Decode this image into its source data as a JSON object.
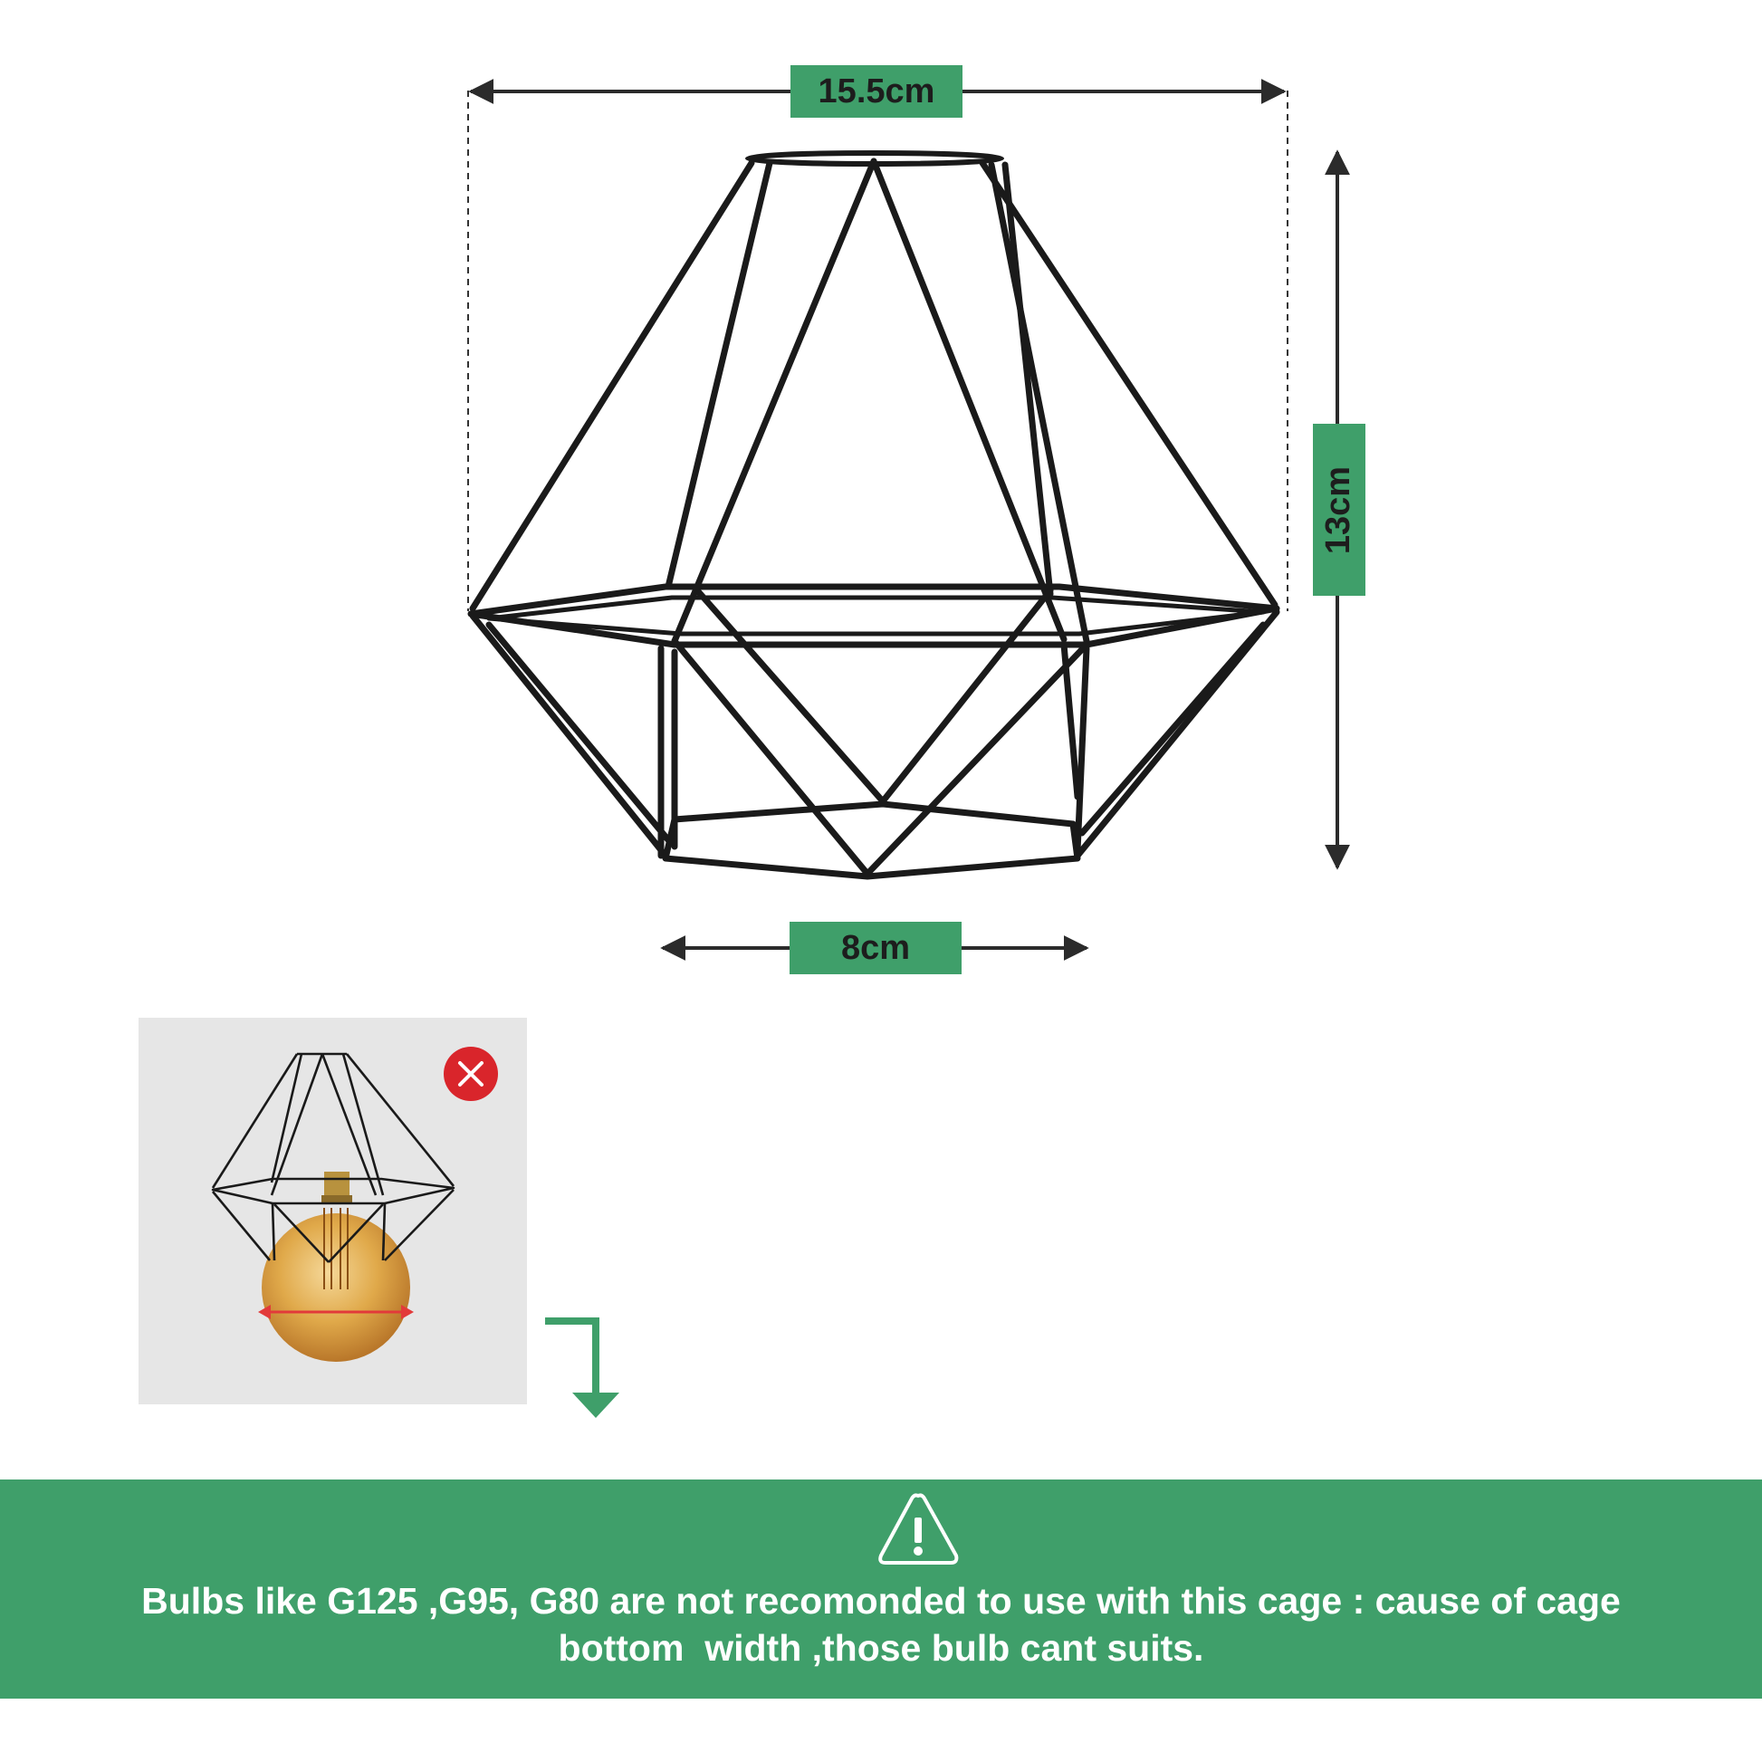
{
  "dimensions": {
    "top_width": "15.5cm",
    "height": "13cm",
    "bottom_width": "8cm"
  },
  "colors": {
    "accent_green": "#3f9f6a",
    "cage_black": "#1a1a1a",
    "warning_red": "#d9252b",
    "arrow_red": "#e23a3a",
    "panel_gray": "#e6e6e6"
  },
  "icons": {
    "not_allowed": "close-icon",
    "flow": "arrow-down-right-icon",
    "warning": "warning-triangle-icon"
  },
  "warning": {
    "line1": "Bulbs like G125 ,G95, G80 are not recomonded to use with this cage : cause of cage",
    "line2": "bottom  width ,those bulb cant suits."
  }
}
